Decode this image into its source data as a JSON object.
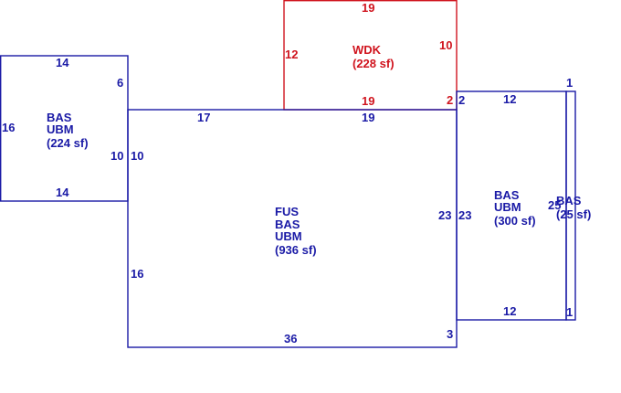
{
  "colors": {
    "living_area": "#1a1aa6",
    "deck": "#d0141e",
    "background": "#ffffff"
  },
  "areas": {
    "wdk": {
      "lines": [
        "WDK",
        "(228 sf)"
      ]
    },
    "left": {
      "lines": [
        "BAS",
        "UBM",
        "(224 sf)"
      ]
    },
    "main": {
      "lines": [
        "FUS",
        "BAS",
        "UBM",
        "(936 sf)"
      ]
    },
    "right": {
      "lines": [
        "BAS",
        "UBM",
        "(300 sf)"
      ]
    },
    "small": {
      "lines": [
        "BAS",
        "(25 sf)"
      ]
    }
  },
  "dimensions": {
    "wdk": {
      "top": "19",
      "left": "12",
      "right": "10",
      "bottom": "19",
      "right_bottom": "2"
    },
    "left": {
      "top": "14",
      "left": "16",
      "right_upper": "6",
      "right_lower": "10",
      "bottom": "14"
    },
    "main": {
      "top_left": "17",
      "top_right": "19",
      "left_upper": "10",
      "left_lower": "16",
      "right": "23",
      "bottom": "36",
      "right_bottom": "3"
    },
    "right": {
      "top_left": "2",
      "top": "12",
      "left": "23",
      "right": "25",
      "bottom": "12"
    },
    "small": {
      "top": "1",
      "bottom": "1"
    }
  }
}
